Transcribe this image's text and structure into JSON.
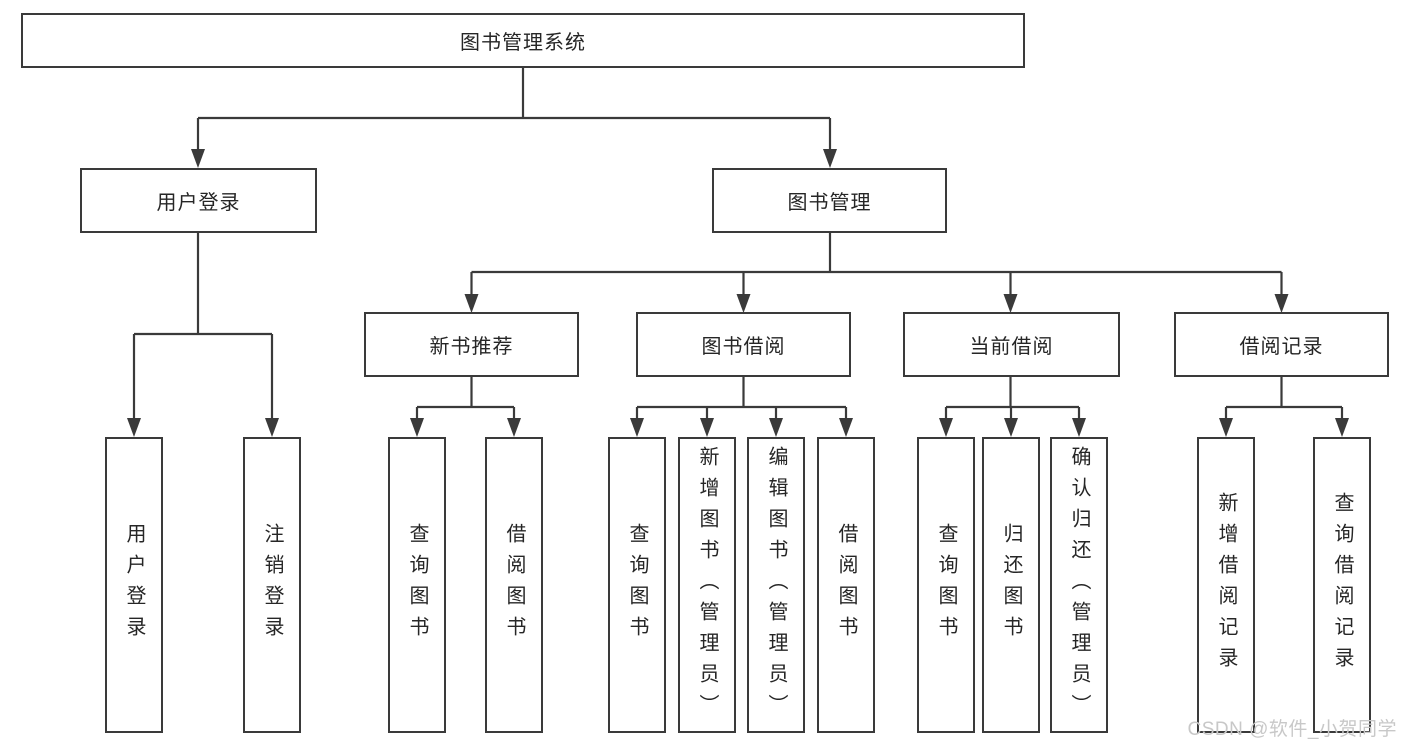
{
  "diagram": {
    "title": "图书管理系统",
    "type": "hierarchy-tree",
    "nodes": {
      "root": "图书管理系统",
      "user_login": "用户登录",
      "book_mgmt": "图书管理",
      "new_book_rec": "新书推荐",
      "book_borrow": "图书借阅",
      "current_borrow": "当前借阅",
      "borrow_record": "借阅记录",
      "leaf_user_login": "用户登录",
      "leaf_logout": "注销登录",
      "leaf_nb_query": "查询图书",
      "leaf_nb_borrow": "借阅图书",
      "leaf_bb_query": "查询图书",
      "leaf_bb_add": "新增图书（管理员）",
      "leaf_bb_edit": "编辑图书（管理员）",
      "leaf_bb_borrow": "借阅图书",
      "leaf_cb_query": "查询图书",
      "leaf_cb_return": "归还图书",
      "leaf_cb_confirm": "确认归还（管理员）",
      "leaf_br_add": "新增借阅记录",
      "leaf_br_query": "查询借阅记录"
    },
    "edges": [
      [
        "root",
        "user_login"
      ],
      [
        "root",
        "book_mgmt"
      ],
      [
        "user_login",
        "leaf_user_login"
      ],
      [
        "user_login",
        "leaf_logout"
      ],
      [
        "book_mgmt",
        "new_book_rec"
      ],
      [
        "book_mgmt",
        "book_borrow"
      ],
      [
        "book_mgmt",
        "current_borrow"
      ],
      [
        "book_mgmt",
        "borrow_record"
      ],
      [
        "new_book_rec",
        "leaf_nb_query"
      ],
      [
        "new_book_rec",
        "leaf_nb_borrow"
      ],
      [
        "book_borrow",
        "leaf_bb_query"
      ],
      [
        "book_borrow",
        "leaf_bb_add"
      ],
      [
        "book_borrow",
        "leaf_bb_edit"
      ],
      [
        "book_borrow",
        "leaf_bb_borrow"
      ],
      [
        "current_borrow",
        "leaf_cb_query"
      ],
      [
        "current_borrow",
        "leaf_cb_return"
      ],
      [
        "current_borrow",
        "leaf_cb_confirm"
      ],
      [
        "borrow_record",
        "leaf_br_add"
      ],
      [
        "borrow_record",
        "leaf_br_query"
      ]
    ],
    "colors": {
      "line": "#3a3a3a",
      "box_border": "#3a3a3a",
      "text": "#262626",
      "background": "#ffffff",
      "watermark": "#c8c8c8"
    }
  },
  "watermark": "CSDN @软件_小贺同学"
}
